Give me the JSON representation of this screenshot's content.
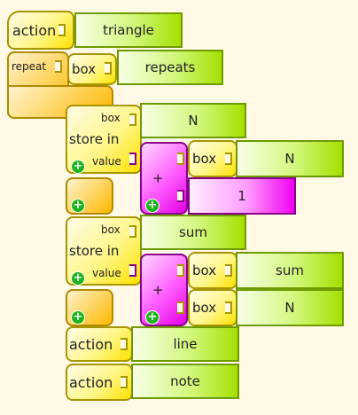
{
  "action_block": {
    "label": "action",
    "name_value": "triangle"
  },
  "repeat_block": {
    "label": "repeat",
    "box_label": "box",
    "box_value": "repeats"
  },
  "store1": {
    "box_label": "box",
    "box_value": "N",
    "store_label": "store in",
    "value_label": "value",
    "op": "+",
    "arg1_box_label": "box",
    "arg1_box_value": "N",
    "arg2_value": "1"
  },
  "store2": {
    "box_label": "box",
    "box_value": "sum",
    "store_label": "store in",
    "value_label": "value",
    "op": "+",
    "arg1_box_label": "box",
    "arg1_box_value": "sum",
    "arg2_box_label": "box",
    "arg2_box_value": "N"
  },
  "action_line": {
    "label": "action",
    "name_value": "line"
  },
  "action_note": {
    "label": "action",
    "name_value": "note"
  },
  "colors": {
    "flow_yellow": "#ffe200",
    "arg_orange": "#ffb800",
    "text_green": "#a4e000",
    "number_magenta": "#e400e4",
    "add_green": "#1bb51b"
  }
}
